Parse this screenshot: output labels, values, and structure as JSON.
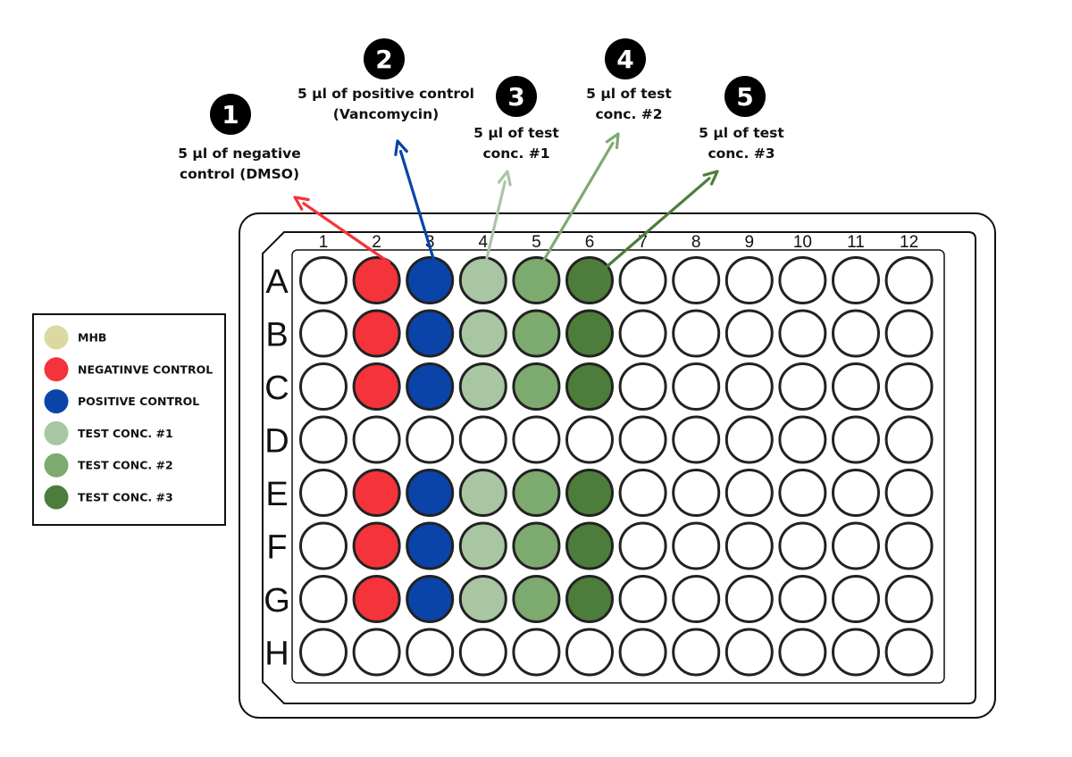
{
  "colors": {
    "mhb": "#dcd9a0",
    "negative": "#f5333a",
    "positive": "#0a44a8",
    "test1": "#a9c6a3",
    "test2": "#7daa6f",
    "test3": "#4d7d3a",
    "empty": "#ffffff"
  },
  "steps": [
    {
      "number": "1",
      "lines": [
        "5 µl of negative",
        "control (DMSO)"
      ],
      "color_key": "negative"
    },
    {
      "number": "2",
      "lines": [
        "5 µl of positive control",
        "(Vancomycin)"
      ],
      "color_key": "positive"
    },
    {
      "number": "3",
      "lines": [
        "5 µl of test",
        "conc. #1"
      ],
      "color_key": "test1"
    },
    {
      "number": "4",
      "lines": [
        "5 µl of test",
        "conc. #2"
      ],
      "color_key": "test2"
    },
    {
      "number": "5",
      "lines": [
        "5 µl of test",
        "conc. #3"
      ],
      "color_key": "test3"
    }
  ],
  "plate": {
    "columns": [
      "1",
      "2",
      "3",
      "4",
      "5",
      "6",
      "7",
      "8",
      "9",
      "10",
      "11",
      "12"
    ],
    "rows": [
      "A",
      "B",
      "C",
      "D",
      "E",
      "F",
      "G",
      "H"
    ],
    "wells": [
      [
        "empty",
        "negative",
        "positive",
        "test1",
        "test2",
        "test3",
        "empty",
        "empty",
        "empty",
        "empty",
        "empty",
        "empty"
      ],
      [
        "empty",
        "negative",
        "positive",
        "test1",
        "test2",
        "test3",
        "empty",
        "empty",
        "empty",
        "empty",
        "empty",
        "empty"
      ],
      [
        "empty",
        "negative",
        "positive",
        "test1",
        "test2",
        "test3",
        "empty",
        "empty",
        "empty",
        "empty",
        "empty",
        "empty"
      ],
      [
        "empty",
        "empty",
        "empty",
        "empty",
        "empty",
        "empty",
        "empty",
        "empty",
        "empty",
        "empty",
        "empty",
        "empty"
      ],
      [
        "empty",
        "negative",
        "positive",
        "test1",
        "test2",
        "test3",
        "empty",
        "empty",
        "empty",
        "empty",
        "empty",
        "empty"
      ],
      [
        "empty",
        "negative",
        "positive",
        "test1",
        "test2",
        "test3",
        "empty",
        "empty",
        "empty",
        "empty",
        "empty",
        "empty"
      ],
      [
        "empty",
        "negative",
        "positive",
        "test1",
        "test2",
        "test3",
        "empty",
        "empty",
        "empty",
        "empty",
        "empty",
        "empty"
      ],
      [
        "empty",
        "empty",
        "empty",
        "empty",
        "empty",
        "empty",
        "empty",
        "empty",
        "empty",
        "empty",
        "empty",
        "empty"
      ]
    ]
  },
  "legend": [
    {
      "label": "MHB",
      "color_key": "mhb"
    },
    {
      "label": "NEGATINVE CONTROL",
      "color_key": "negative"
    },
    {
      "label": "POSITIVE CONTROL",
      "color_key": "positive"
    },
    {
      "label": "TEST CONC. #1",
      "color_key": "test1"
    },
    {
      "label": "TEST CONC. #2",
      "color_key": "test2"
    },
    {
      "label": "TEST CONC. #3",
      "color_key": "test3"
    }
  ]
}
